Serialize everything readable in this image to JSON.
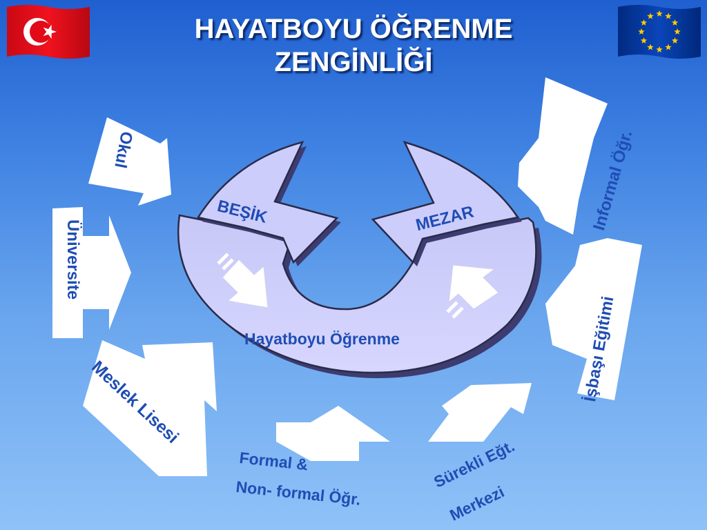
{
  "title_line1": "HAYATBOYU ÖĞRENME",
  "title_line2": "ZENGİNLİĞİ",
  "center": {
    "besik": "BEŞİK",
    "mezar": "MEZAR",
    "ring_label": "Hayatboyu Öğrenme"
  },
  "inputs": {
    "okul": "Okul",
    "universite": "Üniversite",
    "meslek_lisesi": "Meslek Lisesi",
    "formal_line1": "Formal &",
    "formal_line2": "Non- formal Öğr.",
    "surekli_line1": "Sürekli Eğt.",
    "surekli_line2": "Merkezi",
    "isbasi": "İşbaşı Eğitimi",
    "informal": "Informal Öğr."
  },
  "icons": {
    "flag_left": "turkish-flag-icon",
    "flag_right": "eu-flag-icon"
  },
  "colors": {
    "background_top": "#1f5fd0",
    "background_bottom": "#8fc2f8",
    "ring_fill": "#ccccff",
    "label_text": "#1f4db3",
    "tr_red": "#e30a17",
    "eu_blue": "#003399",
    "eu_star": "#ffcc00"
  }
}
